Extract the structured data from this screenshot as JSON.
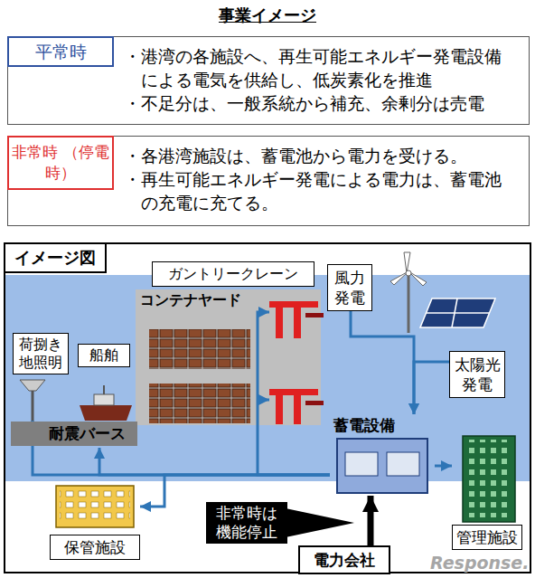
{
  "diagram": {
    "title": "事業イメージ",
    "nodes": [
      {
        "text": [
          "平常時",
          "・港湾の各施設へ、再生可能エネルギー発電設備による電気を供給し、低炭素化を推進",
          "・不足分は、一般系統から補充、余剰分は売電"
        ]
      },
      {
        "text": [
          "非常時 （停電時）",
          "・各港湾施設は、蓄電池から電力を受ける。",
          "・再生可能エネルギー発電による電力は、蓄電池の充電に充てる。"
        ]
      },
      {
        "text": [
          "イメージ図"
        ]
      },
      {
        "text": [
          "コンテナヤード"
        ],
        "in": 2
      },
      {
        "text": [
          "ガントリークレーン"
        ],
        "in": 2
      },
      {
        "text": [
          "風力 発電"
        ],
        "in": 2
      },
      {
        "text": [
          "太陽光 発電"
        ],
        "in": 2
      },
      {
        "text": [
          "荷捌き 地照明"
        ],
        "in": 2
      },
      {
        "text": [
          "船舶"
        ],
        "in": 2
      },
      {
        "text": [
          "耐震バース"
        ],
        "in": 2
      },
      {
        "text": [
          "蓄電設備"
        ],
        "in": 2
      },
      {
        "text": [
          "保管施設"
        ],
        "in": 2
      },
      {
        "text": [
          "管理施設"
        ],
        "in": 2
      },
      {
        "text": [
          "電力会社"
        ],
        "in": 2
      },
      {
        "text": [
          "非常時は 機能停止"
        ],
        "in": 2
      }
    ],
    "edges": [
      {
        "from": 5,
        "to": 10,
        "arrow": "to"
      },
      {
        "from": 6,
        "to": 10,
        "arrow": "to"
      },
      {
        "from": 13,
        "to": 10,
        "arrow": "to"
      },
      {
        "from": 10,
        "to": 3,
        "arrow": "none"
      },
      {
        "from": 10,
        "to": 7,
        "arrow": "to"
      },
      {
        "from": 10,
        "to": 8,
        "arrow": "to"
      },
      {
        "from": 10,
        "to": 11,
        "arrow": "to"
      },
      {
        "from": 10,
        "to": 12,
        "arrow": "to"
      }
    ],
    "labels": [
      "Response."
    ]
  }
}
